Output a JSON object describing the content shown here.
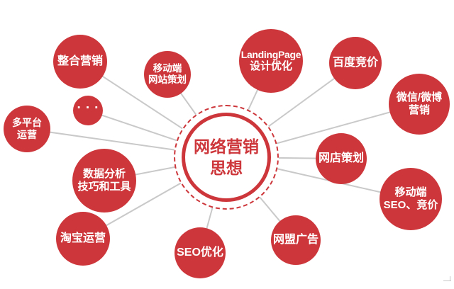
{
  "diagram": {
    "title": "网络营销思想",
    "type": "radial-mindmap",
    "center": {
      "lines": [
        "网络营销",
        "思想"
      ]
    },
    "nodes": [
      {
        "id": "integrated-marketing",
        "label": "整合营销",
        "lines": [
          "整合营销"
        ]
      },
      {
        "id": "mobile-site-planning",
        "label": "移动端网站策划",
        "lines": [
          "移动端",
          "网站策划"
        ]
      },
      {
        "id": "landingpage-design",
        "label": "LandingPage设计优化",
        "lines": [
          "LandingPage",
          "设计优化"
        ]
      },
      {
        "id": "baidu-bidding",
        "label": "百度竞价",
        "lines": [
          "百度竞价"
        ]
      },
      {
        "id": "wechat-weibo-marketing",
        "label": "微信/微博营销",
        "lines": [
          "微信/微博",
          "营销"
        ]
      },
      {
        "id": "online-store-planning",
        "label": "网店策划",
        "lines": [
          "网店策划"
        ]
      },
      {
        "id": "mobile-seo-bidding",
        "label": "移动端SEO、竞价",
        "lines": [
          "移动端",
          "SEO、竞价"
        ]
      },
      {
        "id": "ad-network",
        "label": "网盟广告",
        "lines": [
          "网盟广告"
        ]
      },
      {
        "id": "seo-optimization",
        "label": "SEO优化",
        "lines": [
          "SEO优化"
        ]
      },
      {
        "id": "taobao-operations",
        "label": "淘宝运营",
        "lines": [
          "淘宝运营"
        ]
      },
      {
        "id": "data-analysis-tools",
        "label": "数据分析技巧和工具",
        "lines": [
          "数据分析",
          "技巧和工具"
        ]
      },
      {
        "id": "multi-platform-operations",
        "label": "多平台运营",
        "lines": [
          "多平台",
          "运营"
        ]
      },
      {
        "id": "more",
        "label": "···",
        "lines": [
          "···"
        ]
      }
    ],
    "colors": {
      "node_red": "#cd373b",
      "connector_gray": "#c9c9c9",
      "text_on_red": "#ffffff",
      "background": "#ffffff"
    }
  }
}
